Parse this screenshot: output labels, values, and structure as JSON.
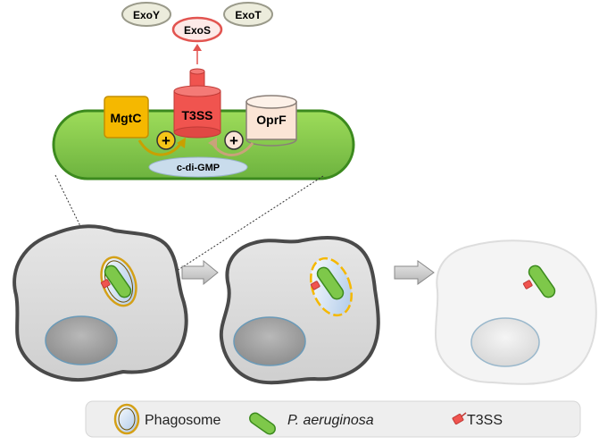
{
  "effectors": {
    "exoy": "ExoY",
    "exos": "ExoS",
    "exot": "ExoT"
  },
  "bacterium": {
    "mgtc": "MgtC",
    "t3ss": "T3SS",
    "oprf": "OprF",
    "plus_left": "+",
    "plus_right": "+",
    "cdigmp": "c-di-GMP"
  },
  "legend": {
    "phagosome": "Phagosome",
    "p_aeruginosa": "P. aeruginosa",
    "t3ss": "T3SS"
  },
  "colors": {
    "bacterium_green": "#7ec84a",
    "t3ss_red": "#f0544f",
    "mgtc_orange": "#f5b800",
    "oprf_peach": "#fbe5d6",
    "cell_gray": "#d9d9d9",
    "phagosome_gold": "#d4a017"
  }
}
